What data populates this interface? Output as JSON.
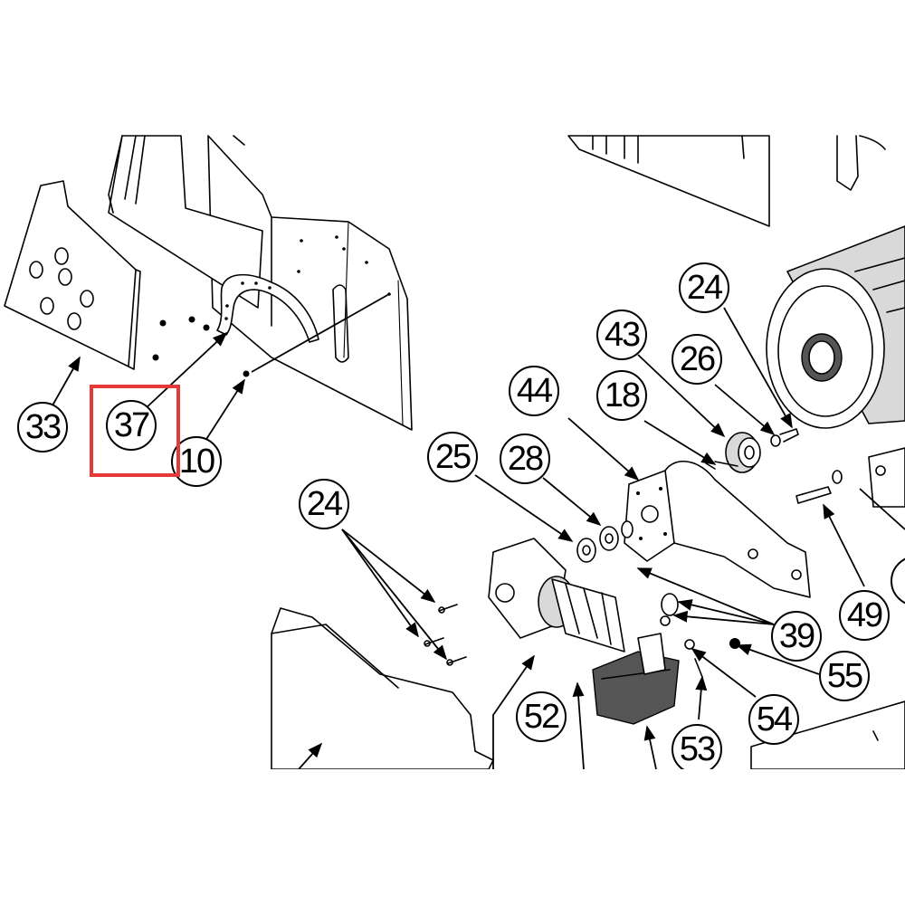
{
  "callouts": {
    "c33": "33",
    "c37": "37",
    "c10": "10",
    "c24a": "24",
    "c43": "43",
    "c26": "26",
    "c44": "44",
    "c18": "18",
    "c25": "25",
    "c28": "28",
    "c24b": "24",
    "c49": "49",
    "c39": "39",
    "c55": "55",
    "c52": "52",
    "c54": "54",
    "c53": "53"
  },
  "highlight": {
    "target": "37",
    "color": "#e53935"
  }
}
